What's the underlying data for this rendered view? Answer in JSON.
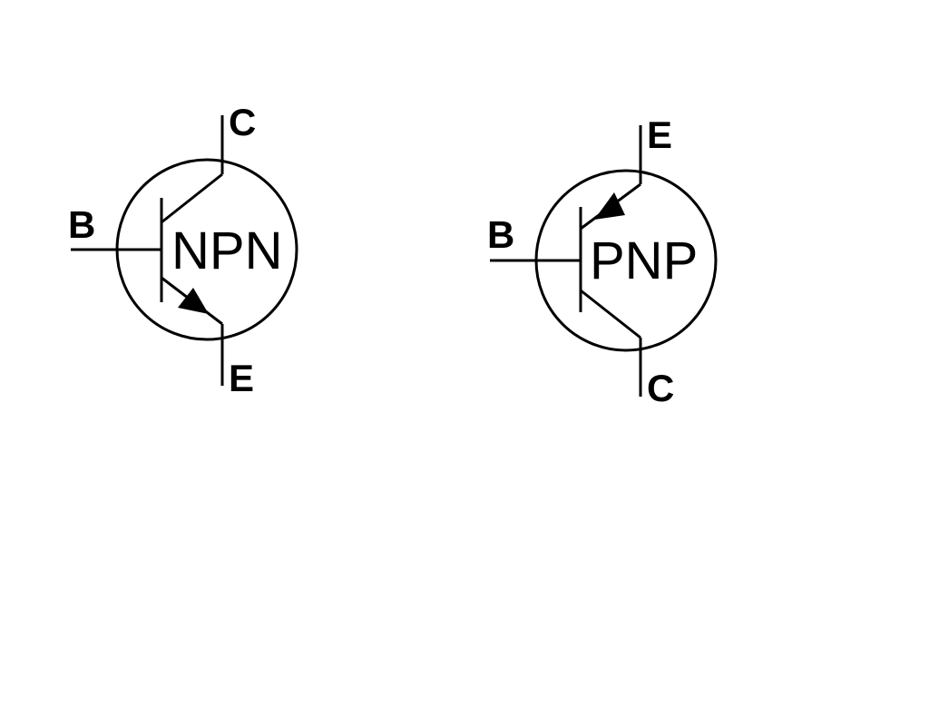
{
  "npn": {
    "type_label": "NPN",
    "pins": {
      "base": "B",
      "collector": "C",
      "emitter": "E"
    }
  },
  "pnp": {
    "type_label": "PNP",
    "pins": {
      "base": "B",
      "collector": "C",
      "emitter": "E"
    }
  }
}
